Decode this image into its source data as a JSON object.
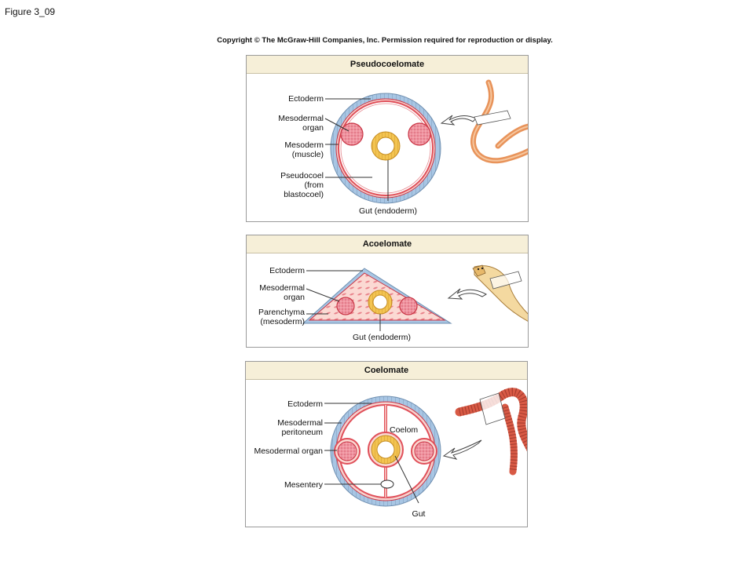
{
  "figure_label": "Figure 3_09",
  "copyright": "Copyright © The McGraw-Hill Companies, Inc. Permission required for reproduction or display.",
  "panels": [
    {
      "title": "Pseudocoelomate",
      "labels": {
        "ectoderm": "Ectoderm",
        "mesodermal_organ": "Mesodermal organ",
        "mesoderm": "Mesoderm (muscle)",
        "pseudocoel": "Pseudocoel (from blastocoel)",
        "gut": "Gut (endoderm)"
      }
    },
    {
      "title": "Acoelomate",
      "labels": {
        "ectoderm": "Ectoderm",
        "mesodermal_organ": "Mesodermal organ",
        "parenchyma": "Parenchyma (mesoderm)",
        "gut": "Gut (endoderm)"
      }
    },
    {
      "title": "Coelomate",
      "labels": {
        "ectoderm": "Ectoderm",
        "peritoneum": "Mesodermal peritoneum",
        "coelom": "Coelom",
        "mesodermal_organ": "Mesodermal organ",
        "mesentery": "Mesentery",
        "gut": "Gut"
      }
    }
  ],
  "colors": {
    "ectoderm": "#a8c6e4",
    "mesoderm": "#e0505a",
    "tissue": "#fbe3dd",
    "organ": "#f4a3ad",
    "gut": "#f3c451",
    "panel_header": "#f6efd8",
    "worm": "#e8935a",
    "earthworm": "#d85a45"
  }
}
